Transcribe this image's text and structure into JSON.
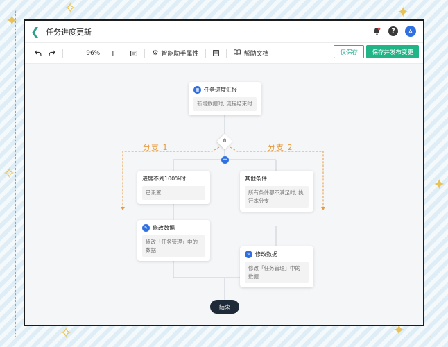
{
  "header": {
    "title": "任务进度更新",
    "avatar_letter": "A"
  },
  "toolbar": {
    "zoom": "96%",
    "assistant_label": "智能助手属性",
    "help_doc_label": "帮助文档",
    "save_only_label": "仅保存",
    "save_publish_label": "保存并发布变更"
  },
  "flow": {
    "start": {
      "title": "任务进度汇报",
      "desc": "新增数据时, 流程结束时"
    },
    "branch1": {
      "label": "分支 1",
      "condition": {
        "title": "进度不到100%时",
        "desc": "已设置"
      },
      "action": {
        "title": "修改数据",
        "desc": "修改「任务管理」中的数据"
      }
    },
    "branch2": {
      "label": "分支 2",
      "condition": {
        "title": "其他条件",
        "desc": "所有条件都不满足时, 执行本分支"
      },
      "action": {
        "title": "修改数据",
        "desc": "修改「任务管理」中的数据"
      }
    },
    "end_label": "结束"
  },
  "colors": {
    "accent": "#20b486",
    "branch": "#e69a3b",
    "node_icon": "#2f6fe0",
    "end": "#1f2a38"
  }
}
